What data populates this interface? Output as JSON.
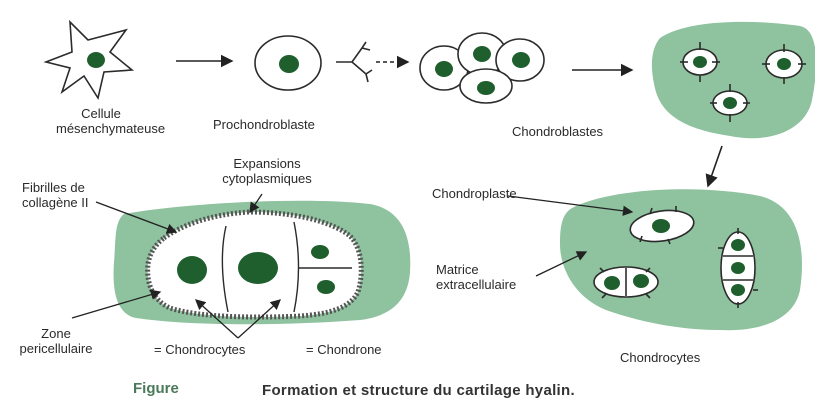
{
  "labels": {
    "mesenchymal_cell": "Cellule\nmésenchymateuse",
    "prochondroblast": "Prochondroblaste",
    "chondroblasts": "Chondroblastes",
    "expansions": "Expansions\ncytoplasmiques",
    "fibrils": "Fibrilles de\ncollagène II",
    "chondroplast": "Chondroplaste",
    "matrix": "Matrice\nextracellulaire",
    "pericellular_zone": "Zone\npericellulaire",
    "chondrocytes_mid": "= Chondrocytes",
    "chondrone": "= Chondrone",
    "chondrocytes_right": "Chondrocytes"
  },
  "caption": {
    "key": "Figure",
    "text": "Formation et structure du cartilage hyalin."
  },
  "colors": {
    "matrix_green": "#8fc29e",
    "nucleus_green": "#1f5f2e",
    "outline": "#2b2b2b"
  }
}
